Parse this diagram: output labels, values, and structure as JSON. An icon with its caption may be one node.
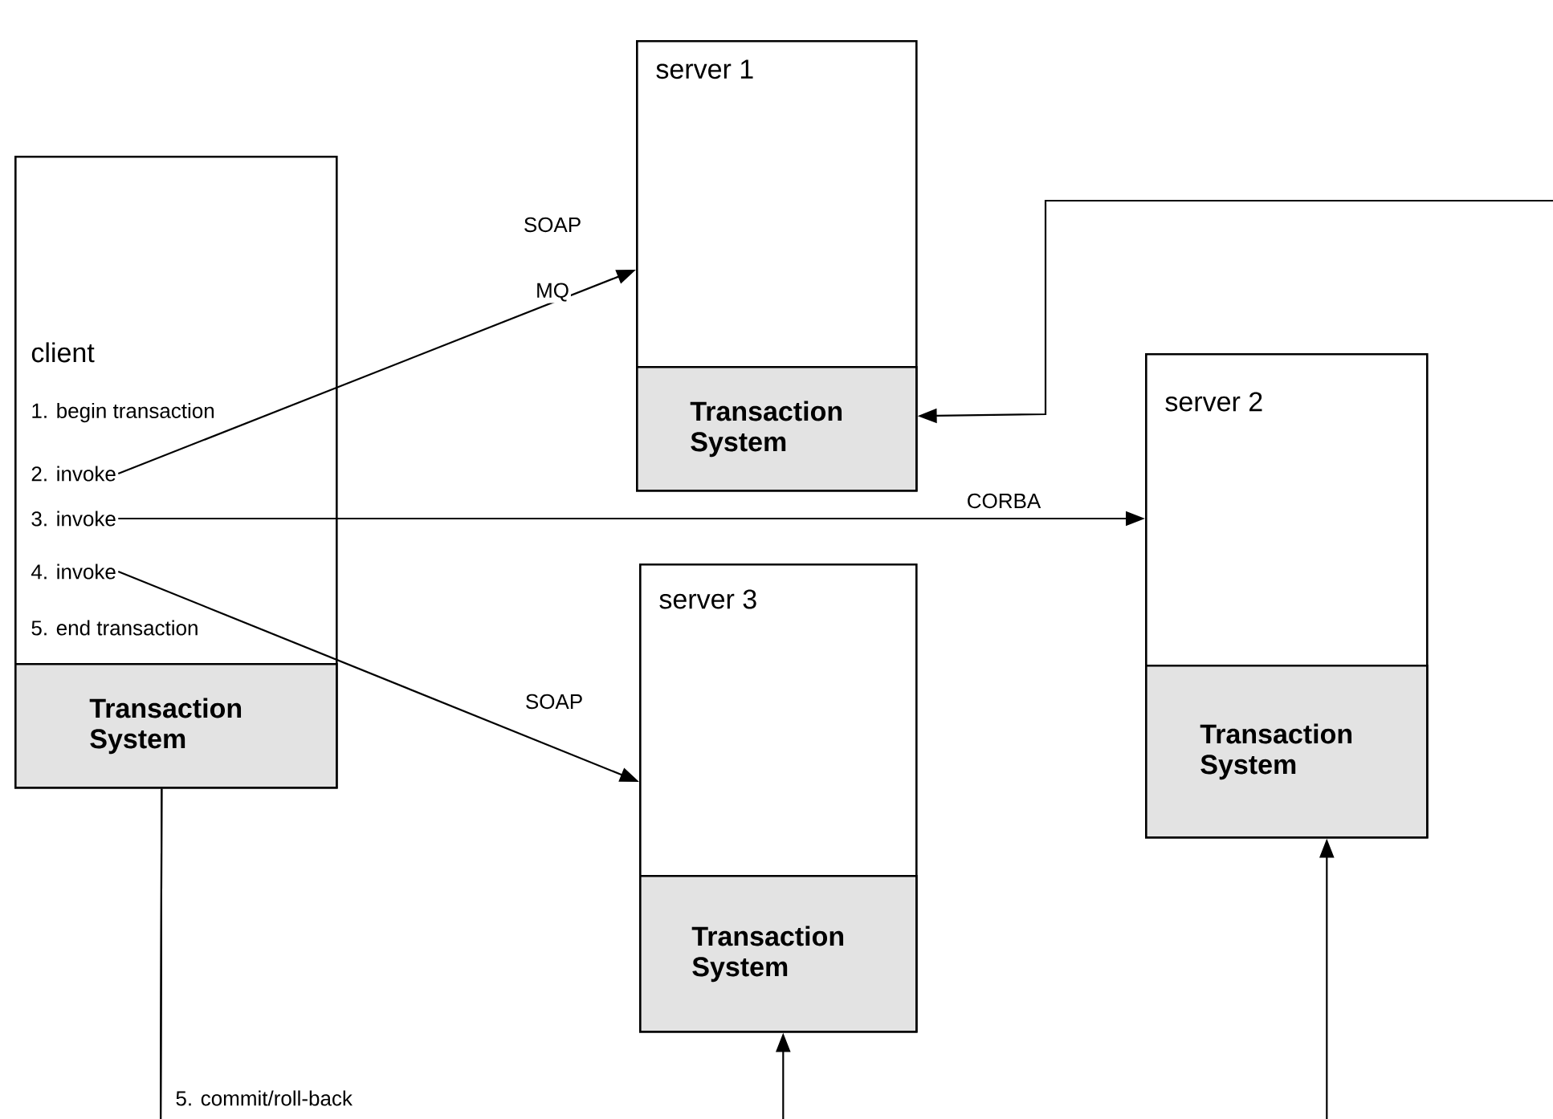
{
  "diagram": {
    "nodes": [
      {
        "text": [
          "client"
        ]
      },
      {
        "text": [
          "1. begin transaction"
        ],
        "in": 0
      },
      {
        "text": [
          "2. invoke"
        ],
        "in": 0
      },
      {
        "text": [
          "3. invoke"
        ],
        "in": 0
      },
      {
        "text": [
          "4. invoke"
        ],
        "in": 0
      },
      {
        "text": [
          "5. end transaction"
        ],
        "in": 0
      },
      {
        "text": [
          "Transaction System"
        ],
        "in": 0
      },
      {
        "text": [
          "server 1"
        ]
      },
      {
        "text": [
          "Transaction System"
        ],
        "in": 7
      },
      {
        "text": [
          "server 2"
        ]
      },
      {
        "text": [
          "Transaction System"
        ],
        "in": 9
      },
      {
        "text": [
          "server 3"
        ]
      },
      {
        "text": [
          "Transaction System"
        ],
        "in": 11
      }
    ],
    "edges": [
      {
        "from": 2,
        "to": 7,
        "arrow": "to",
        "label": "SOAP"
      },
      {
        "from": 3,
        "to": 9,
        "arrow": "to",
        "label": "CORBA"
      },
      {
        "from": 4,
        "to": 11,
        "arrow": "to",
        "label": "SOAP"
      },
      {
        "from": 6,
        "to": 12,
        "arrow": "to",
        "label": "5. commit/roll-back"
      },
      {
        "from": 6,
        "to": 10,
        "arrow": "to"
      },
      {
        "from": null,
        "to": 8,
        "arrow": "to"
      }
    ],
    "labels": [
      "MQ"
    ]
  }
}
